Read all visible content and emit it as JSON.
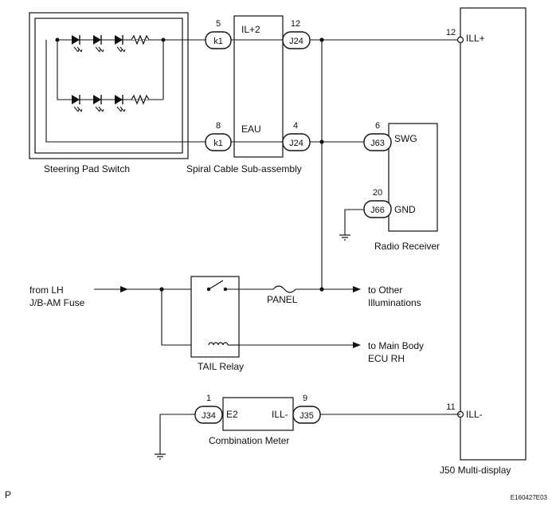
{
  "components": {
    "steering_pad_switch": "Steering Pad Switch",
    "spiral_cable": "Spiral Cable Sub-assembly",
    "radio_receiver": "Radio Receiver",
    "tail_relay": "TAIL Relay",
    "combination_meter": "Combination Meter",
    "multi_display": "J50  Multi-display"
  },
  "connectors": {
    "k1_top": "k1",
    "k1_bottom": "k1",
    "j24_top": "J24",
    "j24_bottom": "J24",
    "j63": "J63",
    "j66": "J66",
    "j34": "J34",
    "j35": "J35"
  },
  "pins": {
    "k1_top": "5",
    "k1_bottom": "8",
    "j24_top": "12",
    "j24_bottom": "4",
    "j63": "6",
    "j66": "20",
    "md_top": "12",
    "md_bottom": "11",
    "j34": "1",
    "j35": "9"
  },
  "terminals": {
    "il2": "IL+2",
    "eau": "EAU",
    "swg": "SWG",
    "gnd": "GND",
    "ill_plus": "ILL+",
    "ill_minus": "ILL-",
    "e2": "E2",
    "meter_ill_minus": "ILL-"
  },
  "labels": {
    "from_lh_1": "from LH",
    "from_lh_2": "J/B-AM Fuse",
    "panel": "PANEL",
    "to_other_1": "to Other",
    "to_other_2": "Illuminations",
    "to_main_1": "to Main Body",
    "to_main_2": "ECU RH",
    "corner_p": "P",
    "figure_id": "E160427E03"
  }
}
